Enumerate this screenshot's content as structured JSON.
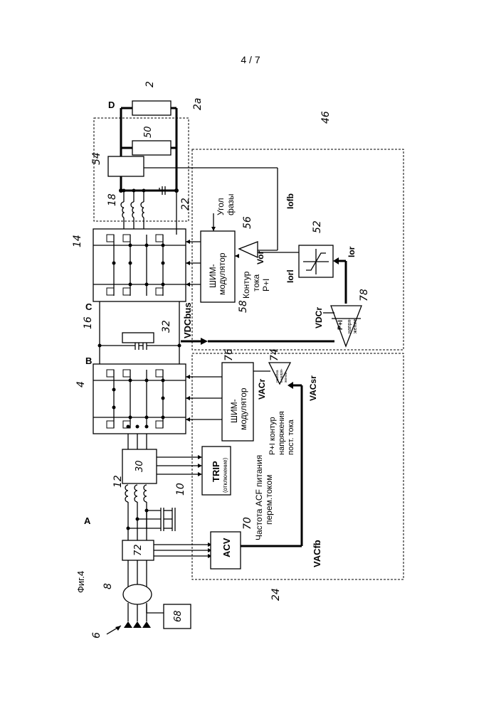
{
  "page_number": "4 / 7",
  "figure_label": "Фиг.4",
  "nodes": {
    "A": "A",
    "B": "B",
    "C": "C",
    "D": "D"
  },
  "blocks": {
    "acv": "ACV",
    "trip_title": "TRIP",
    "trip_sub": "(отключение)",
    "pwm1_line1": "ШИМ-",
    "pwm1_line2": "модулятор",
    "pwm2_line1": "ШИМ-",
    "pwm2_line2": "модулятор",
    "pi_voltage_line1": "P+I",
    "pi_voltage_line2": "напря-",
    "pi_voltage_line3": "жение",
    "error_line1": "ошибка",
    "error_line2": "в напря-",
    "error_line3": "жении"
  },
  "labels": {
    "acf_line1": "Частота ACF питания",
    "acf_line2": "перем.током",
    "dc_loop_line1": "P+I контур",
    "dc_loop_line2": "напряжения",
    "dc_loop_line3": "пост. тока",
    "current_loop_line1": "Контур",
    "current_loop_line2": "тока",
    "current_loop_line3": "P+I",
    "phase_line1": "Угол",
    "phase_line2": "фазы"
  },
  "signals": {
    "vacfb": "VACfb",
    "vacr": "VACr",
    "vacsr": "VACsr",
    "vdcbus": "VDCbus",
    "vdcr": "VDCr",
    "vor": "Vor",
    "iofb": "Iofb",
    "iorl": "Iorl",
    "ior": "Ior"
  },
  "refs": {
    "r2": "2",
    "r2a": "2a",
    "r4": "4",
    "r6": "6",
    "r8": "8",
    "r10": "10",
    "r12": "12",
    "r14": "14",
    "r16": "16",
    "r18": "18",
    "r22": "22",
    "r24": "24",
    "r30": "30",
    "r32": "32",
    "r46": "46",
    "r50": "50",
    "r52": "52",
    "r54": "54",
    "r56": "56",
    "r58": "58",
    "r68": "68",
    "r70": "70",
    "r72": "72",
    "r74": "74",
    "r76": "76",
    "r78": "78"
  }
}
